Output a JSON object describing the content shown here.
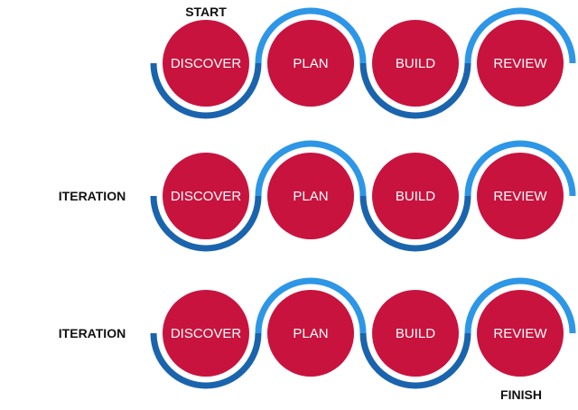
{
  "start_label": "START",
  "finish_label": "FINISH",
  "rows": [
    {
      "row_label": "",
      "steps": [
        "DISCOVER",
        "PLAN",
        "BUILD",
        "REVIEW"
      ]
    },
    {
      "row_label": "ITERATION",
      "steps": [
        "DISCOVER",
        "PLAN",
        "BUILD",
        "REVIEW"
      ]
    },
    {
      "row_label": "ITERATION",
      "steps": [
        "DISCOVER",
        "PLAN",
        "BUILD",
        "REVIEW"
      ]
    }
  ],
  "colors": {
    "circle": "#c8133e",
    "arc_light": "#2d96e6",
    "arc_dark": "#1a64ad",
    "circle_text": "#ffffff",
    "label_text": "#111111"
  }
}
